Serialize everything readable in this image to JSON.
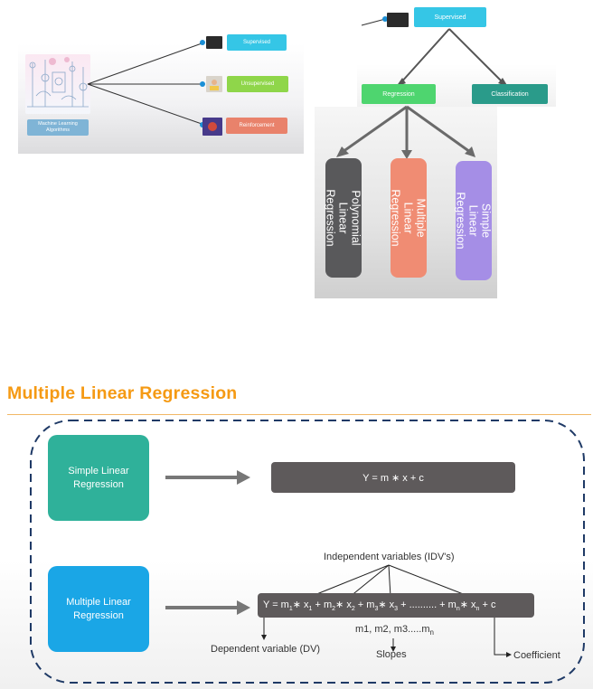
{
  "colors": {
    "teal_box": "#2fb19a",
    "blue_box": "#1aa6e6",
    "eq_box": "#5e5a5b",
    "title_orange": "#f59a14",
    "dash_border": "#1f3a66"
  },
  "panel1": {
    "ml_label": "Machine Learning Algorithms",
    "supervised": "Supervised",
    "unsupervised": "Unsupervised",
    "reinforcement": "Reinforcement"
  },
  "panel2": {
    "supervised": "Supervised",
    "regression": "Regression",
    "classification": "Classification",
    "polynomial": "Polynomial Linear Regression",
    "multiple": "Multiple Linear Regression",
    "simple": "Simple Linear Regression"
  },
  "slide": {
    "title": "Multiple Linear Regression",
    "simple_box": "Simple Linear Regression",
    "simple_eq": "Y = m ∗ x + c",
    "multiple_box": "Multiple Linear Regression",
    "idv_label": "Independent variables (IDV's)",
    "eq": {
      "y": "Y = m",
      "s1": "1",
      "t1": "∗ x",
      "s1b": "1",
      "plus1": " + m",
      "s2": "2",
      "t2": "∗ x",
      "s2b": "2",
      "plus2": " + m",
      "s3": "3",
      "t3": "∗ x",
      "s3b": "3",
      "dots": " + .......... + m",
      "sn": "n",
      "tn": "∗ x",
      "snb": "n",
      "tail": " + c"
    },
    "dv_label": "Dependent variable (DV)",
    "slopes_series": "m1, m2, m3.....m",
    "slopes_series_sub": "n",
    "slopes_label": "Slopes",
    "coefficient_label": "Coefficient"
  }
}
